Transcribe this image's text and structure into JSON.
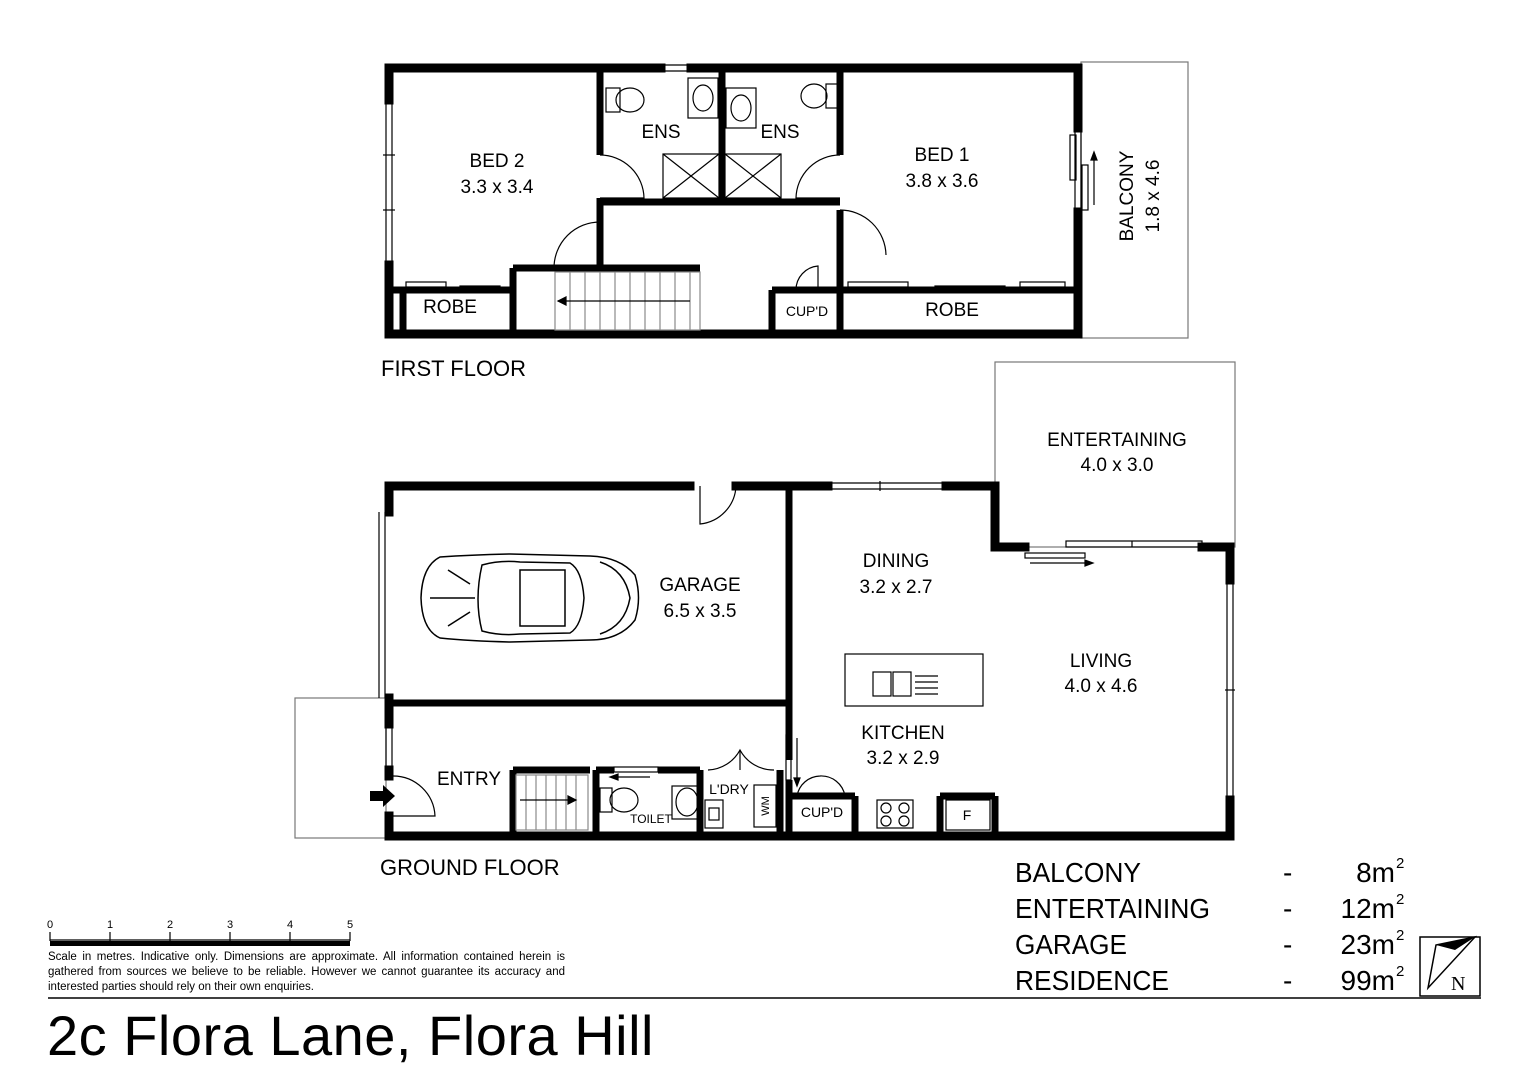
{
  "address": "2c Flora Lane, Flora Hill",
  "floors": {
    "first": "FIRST FLOOR",
    "ground": "GROUND FLOOR"
  },
  "rooms": {
    "bed2": {
      "name": "BED 2",
      "size": "3.3 x 3.4"
    },
    "ens_left": {
      "name": "ENS"
    },
    "ens_right": {
      "name": "ENS"
    },
    "bed1": {
      "name": "BED 1",
      "size": "3.8 x 3.6"
    },
    "balcony": {
      "name": "BALCONY",
      "size": "1.8 x 4.6"
    },
    "robe_left": {
      "name": "ROBE"
    },
    "robe_right": {
      "name": "ROBE"
    },
    "cupd_first": {
      "name": "CUP'D"
    },
    "entertaining": {
      "name": "ENTERTAINING",
      "size": "4.0 x 3.0"
    },
    "garage": {
      "name": "GARAGE",
      "size": "6.5 x 3.5"
    },
    "dining": {
      "name": "DINING",
      "size": "3.2 x 2.7"
    },
    "living": {
      "name": "LIVING",
      "size": "4.0 x 4.6"
    },
    "kitchen": {
      "name": "KITCHEN",
      "size": "3.2 x 2.9"
    },
    "entry": {
      "name": "ENTRY"
    },
    "toilet": {
      "name": "TOILET"
    },
    "laundry": {
      "name": "L'DRY"
    },
    "wm": {
      "name": "WM"
    },
    "cupd_ground": {
      "name": "CUP'D"
    },
    "fridge": {
      "name": "F"
    }
  },
  "areas": [
    {
      "name": "BALCONY",
      "dash": "-",
      "value": "8m",
      "sup": "2"
    },
    {
      "name": "ENTERTAINING",
      "dash": "-",
      "value": "12m",
      "sup": "2"
    },
    {
      "name": "GARAGE",
      "dash": "-",
      "value": "23m",
      "sup": "2"
    },
    {
      "name": "RESIDENCE",
      "dash": "-",
      "value": "99m",
      "sup": "2"
    }
  ],
  "scale": {
    "ticks": [
      "0",
      "1",
      "2",
      "3",
      "4",
      "5"
    ]
  },
  "compass": {
    "label": "N"
  },
  "disclaimer": "Scale in metres. Indicative only. Dimensions are approximate. All information contained herein is gathered from sources we believe to be reliable. However we cannot guarantee its accuracy and interested parties should rely on their own enquiries.",
  "colors": {
    "wall": "#000000",
    "fixture": "#8a8a8a",
    "background": "#ffffff"
  }
}
